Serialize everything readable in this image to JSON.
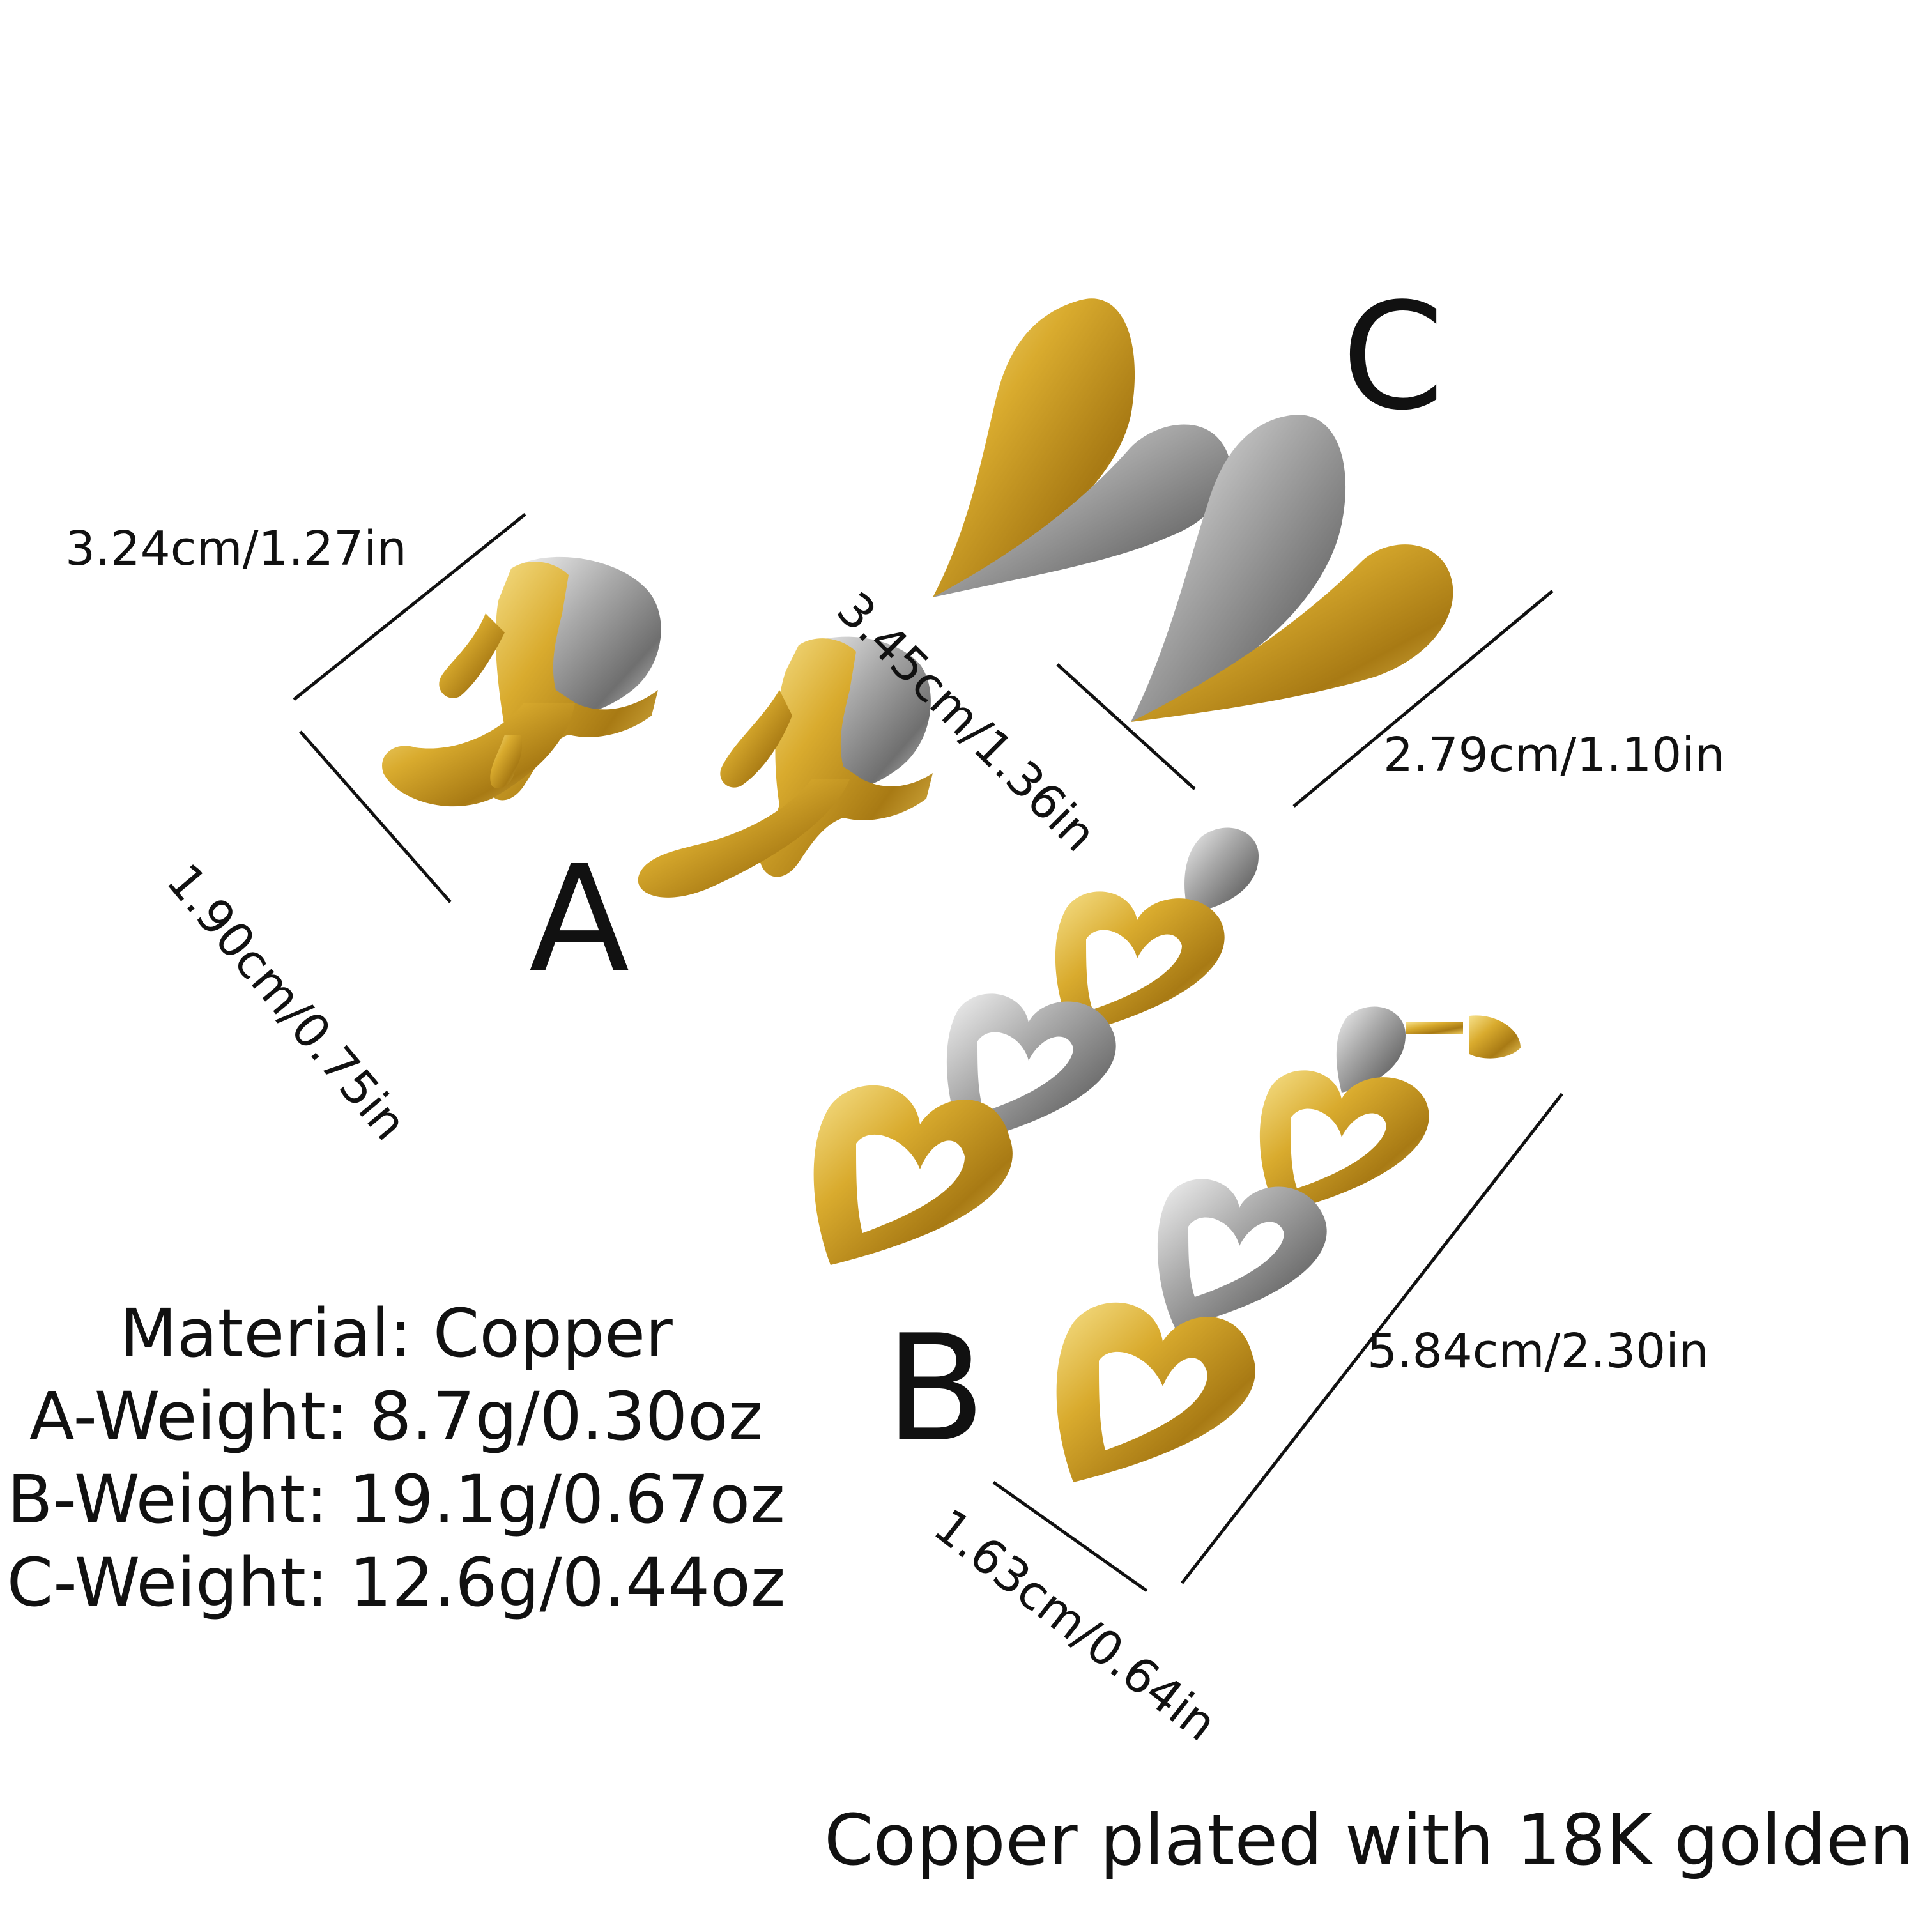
{
  "labels": {
    "a": "A",
    "b": "B",
    "c": "C"
  },
  "dimensions": {
    "a_width": "3.24cm/1.27in",
    "a_height": "1.90cm/0.75in",
    "c_length": "3.45cm/1.36in",
    "c_width": "2.79cm/1.10in",
    "b_length": "5.84cm/2.30in",
    "b_width": "1.63cm/0.64in"
  },
  "specs": {
    "material": "Material: Copper",
    "a_weight": "A-Weight: 8.7g/0.30oz",
    "b_weight": "B-Weight: 19.1g/0.67oz",
    "c_weight": "C-Weight: 12.6g/0.44oz"
  },
  "footer": "Copper plated with 18K golden",
  "colors": {
    "gold": "#d4a62a",
    "silver": "#a8a8a8",
    "text": "#111111",
    "background": "#ffffff"
  }
}
